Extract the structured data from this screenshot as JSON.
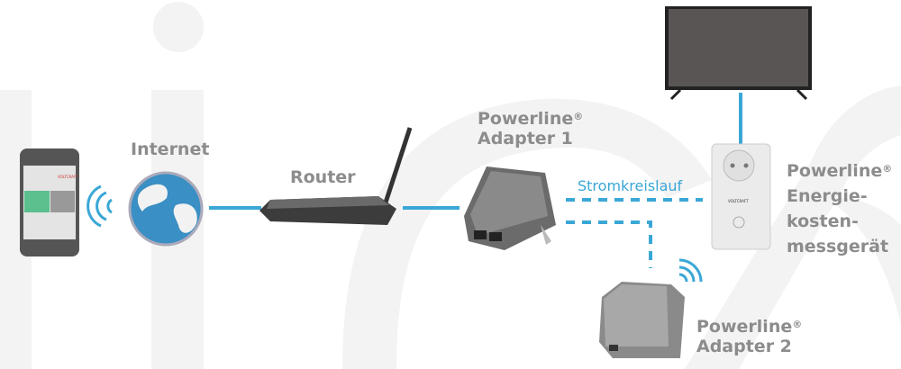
{
  "colors": {
    "link": "#3aa7d6",
    "label": "#8c8c8c",
    "watermark": "#f2f2f2"
  },
  "labels": {
    "internet": "Internet",
    "router": "Router",
    "adapter1_line1": "Powerline",
    "adapter1_line2": "Adapter 1",
    "circuit": "Stromkreislauf",
    "meter_line1": "Powerline",
    "meter_line2": "Energie-",
    "meter_line3": "kosten-",
    "meter_line4": "messgerät",
    "adapter2_line1": "Powerline",
    "adapter2_line2": "Adapter 2",
    "registered": "®"
  },
  "phone": {
    "brand": "VOLTCRAFT"
  },
  "meter": {
    "brand": "VOLTCRAFT"
  }
}
